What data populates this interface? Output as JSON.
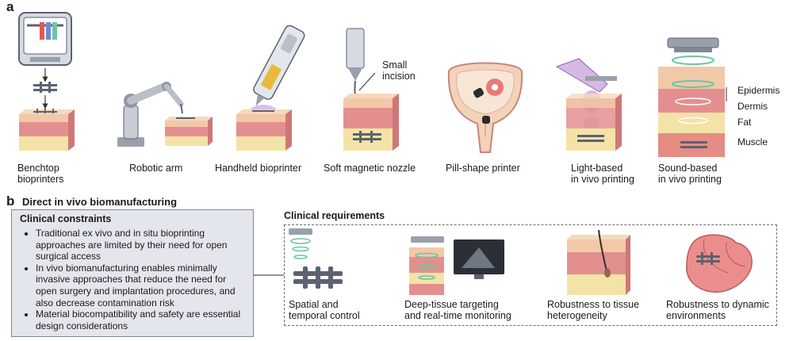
{
  "panel_a": {
    "letter": "a",
    "methods": [
      {
        "label": "Benchtop\nbioprinters",
        "icon": "benchtop-bioprinter-icon"
      },
      {
        "label": "Robotic arm",
        "icon": "robotic-arm-icon"
      },
      {
        "label": "Handheld bioprinter",
        "icon": "handheld-bioprinter-icon"
      },
      {
        "label": "Soft magnetic nozzle",
        "icon": "soft-magnetic-nozzle-icon"
      },
      {
        "label": "Pill-shape printer",
        "icon": "pill-shape-printer-icon"
      },
      {
        "label": "Light-based\nin vivo printing",
        "icon": "light-based-printing-icon"
      },
      {
        "label": "Sound-based\nin vivo printing",
        "icon": "sound-based-printing-icon"
      }
    ],
    "small_incision": "Small\nincision",
    "tissue_layers": [
      "Epidermis",
      "Dermis",
      "Fat",
      "Muscle"
    ]
  },
  "panel_b": {
    "letter": "b",
    "title": "Direct in vivo biomanufacturing",
    "constraints": {
      "heading": "Clinical constraints",
      "bullets": [
        "Traditional ex vivo and in situ bioprinting approaches are limited by their need for open surgical access",
        "In vivo biomanufacturing enables minimally invasive approaches that reduce the need for open surgery and implantation procedures, and also decrease contamination risk",
        "Material biocompatibility and safety are essential design considerations"
      ]
    },
    "requirements": {
      "heading": "Clinical requirements",
      "items": [
        {
          "label": "Spatial and\ntemporal control",
          "icon": "spatial-control-icon"
        },
        {
          "label": "Deep-tissue targeting\nand real-time monitoring",
          "icon": "deep-tissue-monitoring-icon"
        },
        {
          "label": "Robustness to tissue\nheterogeneity",
          "icon": "tissue-heterogeneity-icon"
        },
        {
          "label": "Robustness to dynamic\nenvironments",
          "icon": "dynamic-environment-heart-icon"
        }
      ]
    }
  },
  "colors": {
    "skin_top": "#f1c9a8",
    "skin_mid": "#e48f8f",
    "fat": "#f3e3a6",
    "muscle": "#e58d84",
    "scaffold": "#5c6270",
    "purple_light": "#b98ad6",
    "teal_ring": "#6cc6a3",
    "constraint_bg": "#e3e6ec"
  }
}
